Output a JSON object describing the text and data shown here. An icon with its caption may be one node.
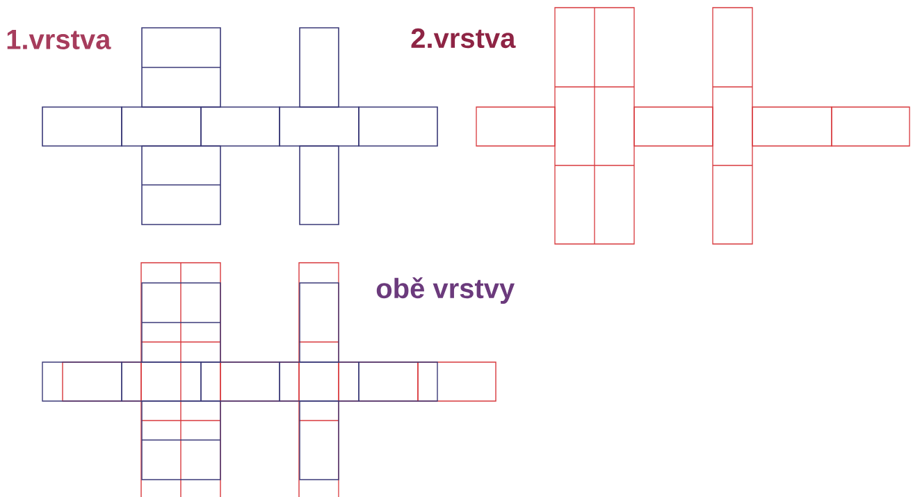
{
  "diagram": {
    "labels": [
      "1.vrstva",
      "2.vrstva",
      "obě vrstvy"
    ]
  }
}
